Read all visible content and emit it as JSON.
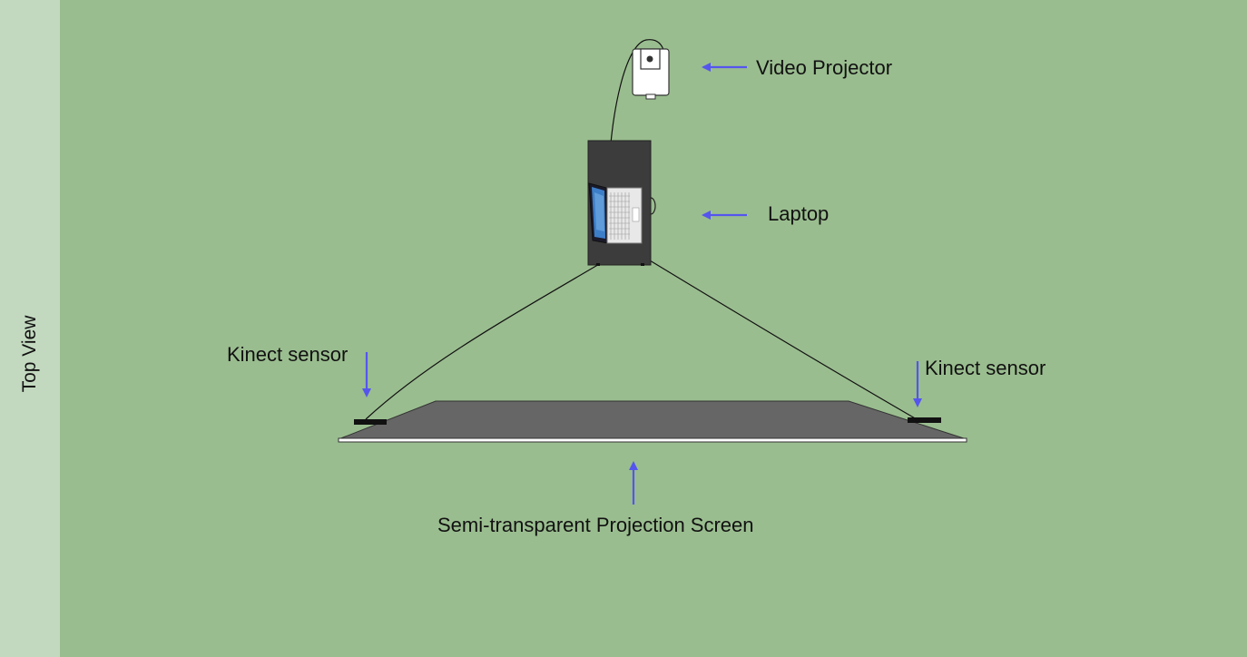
{
  "side_label": "Top View",
  "labels": {
    "projector": "Video Projector",
    "laptop": "Laptop",
    "kinect_left": "Kinect sensor",
    "kinect_right": "Kinect sensor",
    "screen": "Semi-transparent Projection Screen"
  },
  "colors": {
    "side_band": "#c2d9bf",
    "background": "#9abd8f",
    "arrow": "#5555ee",
    "screen": "#666666",
    "table": "#3c3c3c",
    "sensor": "#111111"
  }
}
